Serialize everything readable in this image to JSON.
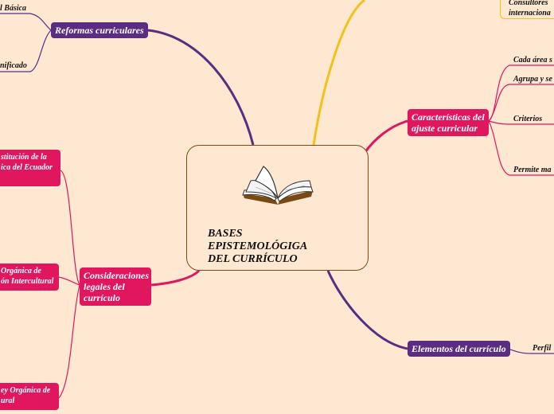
{
  "center": {
    "title": "BASES\nEPISTEMOLÓGIGA\nDEL CURRÍCULO",
    "image": "open-book-illustration"
  },
  "branches": {
    "reformas": {
      "label": "Reformas curriculares",
      "leaves": [
        "l Básica",
        "nificado"
      ]
    },
    "consideraciones": {
      "label": "Consideraciones\nlegales del\ncurrículo",
      "leaves": [
        "stitución de la\nica del Ecuador",
        "Orgánica de\nón Intercultural",
        "ey Orgánica de\nural"
      ]
    },
    "caracteristicas": {
      "label": "Características del\najuste curricular",
      "leaves": [
        "Cada área s",
        "Agrupa y se",
        "Criterios",
        "Permite ma"
      ]
    },
    "elementos": {
      "label": "Elementos del currículo",
      "leaves": [
        "Perfil"
      ]
    },
    "top": {
      "leaves": [
        "Consultores",
        "internaciona"
      ]
    }
  },
  "colors": {
    "background": "#ffe8d2",
    "pink": "#e0165f",
    "purple": "#5a2d82",
    "yellow": "#f2c21a",
    "center_border": "#7a4a14"
  }
}
